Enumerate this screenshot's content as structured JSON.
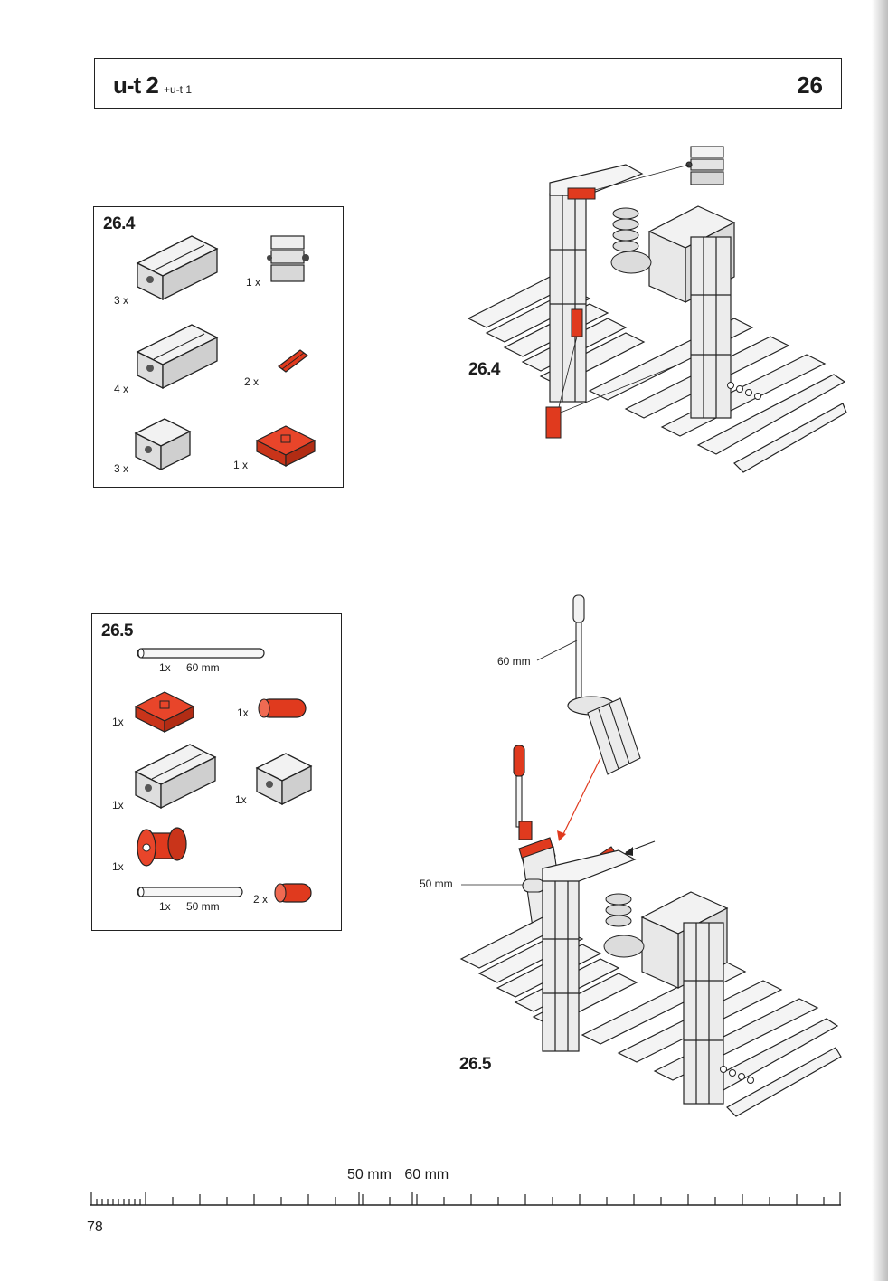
{
  "header": {
    "series": "u-t 2",
    "subseries": "+u-t 1",
    "page_section": "26"
  },
  "panel_26_4": {
    "title": "26.4",
    "parts": [
      {
        "qty": "3 x",
        "icon": "long-building-block-icon",
        "color": "#d9d9d9"
      },
      {
        "qty": "1 x",
        "icon": "hinge-block-icon",
        "color": "#d9d9d9"
      },
      {
        "qty": "4 x",
        "icon": "long-building-block-icon",
        "color": "#d9d9d9"
      },
      {
        "qty": "2 x",
        "icon": "red-connector-icon",
        "color": "#e03a1e"
      },
      {
        "qty": "3 x",
        "icon": "short-building-block-icon",
        "color": "#d9d9d9"
      },
      {
        "qty": "1 x",
        "icon": "red-square-plate-icon",
        "color": "#e03a1e"
      }
    ]
  },
  "panel_26_5": {
    "title": "26.5",
    "axle_60": {
      "qty": "1x",
      "length": "60 mm"
    },
    "parts": [
      {
        "qty": "1x",
        "icon": "red-square-plate-icon",
        "color": "#e03a1e"
      },
      {
        "qty": "1x",
        "icon": "red-clip-icon",
        "color": "#e03a1e"
      },
      {
        "qty": "1x",
        "icon": "long-building-block-icon",
        "color": "#d9d9d9"
      },
      {
        "qty": "1x",
        "icon": "short-building-block-icon",
        "color": "#d9d9d9"
      },
      {
        "qty": "1x",
        "icon": "red-spool-icon",
        "color": "#e03a1e"
      }
    ],
    "axle_50": {
      "qty": "1x",
      "length": "50 mm"
    },
    "clips": {
      "qty": "2 x",
      "icon": "red-clip-icon"
    }
  },
  "illustration_26_4": {
    "label": "26.4"
  },
  "illustration_26_5": {
    "label": "26.5",
    "callout_60": "60 mm",
    "callout_50": "50 mm"
  },
  "ruler": {
    "label_50": "50 mm",
    "label_60": "60 mm"
  },
  "page_number": "78"
}
